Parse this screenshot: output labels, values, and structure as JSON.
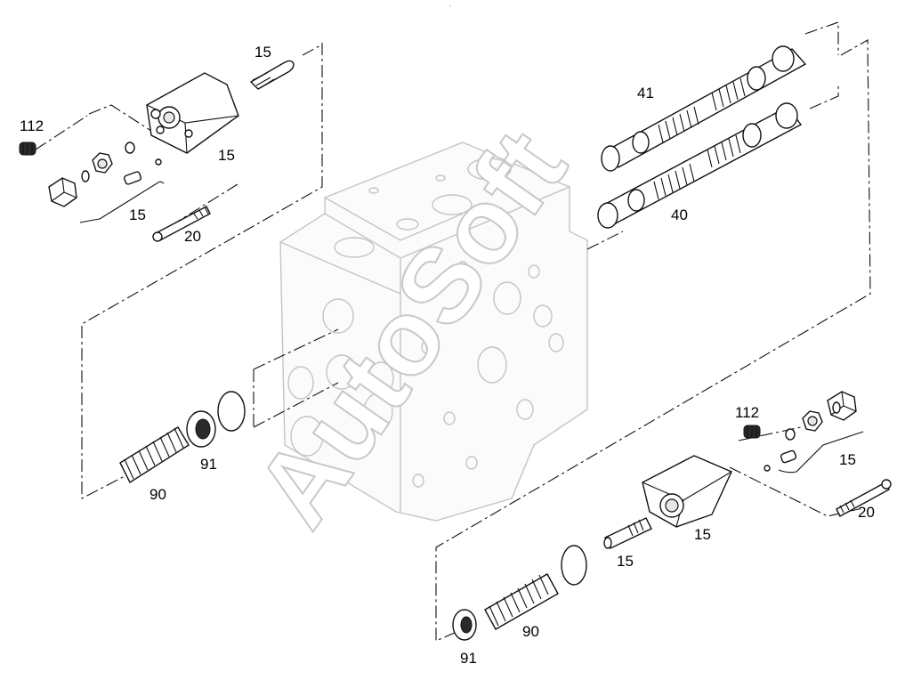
{
  "diagram": {
    "watermark": "AutoSoft",
    "top_mark": "°",
    "labels": {
      "a15_top": "15",
      "a112": "112",
      "a15_block": "15",
      "a15_bracket": "15",
      "a20": "20",
      "a41": "41",
      "a40": "40",
      "a91_left": "91",
      "a90_left": "90",
      "b112": "112",
      "b15_bracket": "15",
      "b20": "20",
      "b15_block": "15",
      "b15_screw": "15",
      "b90": "90",
      "b91": "91"
    }
  }
}
